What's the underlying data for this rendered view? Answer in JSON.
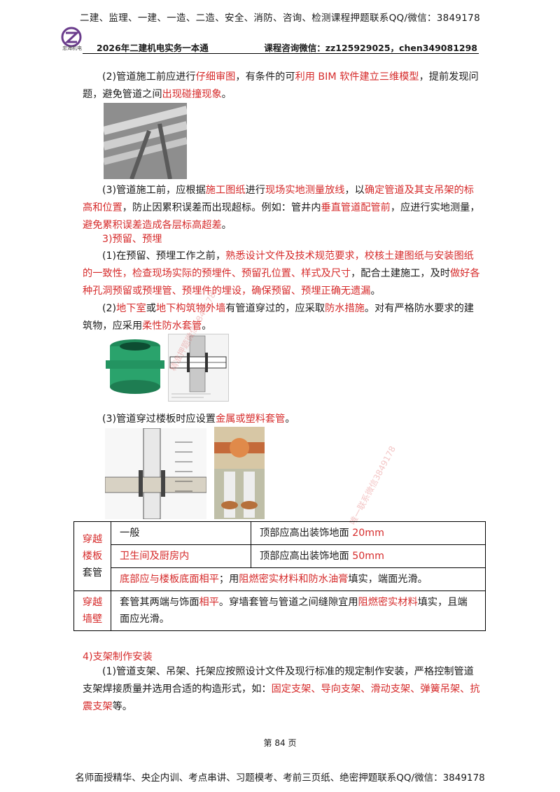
{
  "header": {
    "banner": "二建、监理、一建、一造、二造、安全、消防、咨询、检测课程押题联系QQ/微信：3849178",
    "logo_text": "忠海机电",
    "book_title": "2026年二建机电实务一本通",
    "contact": "课程咨询微信：zz125929025，chen349081298"
  },
  "p1": {
    "a": "(2)管道施工前应进行",
    "b": "仔细审图",
    "c": "，有条件的可",
    "d": "利用 BIM 软件建立三维模型",
    "e": "，提前发现问题，避免管道之间",
    "f": "出现碰撞现象",
    "g": "。"
  },
  "p2": {
    "a": "(3)管道施工前，应根据",
    "b": "施工图纸",
    "c": "进行",
    "d": "现场实地测量放线",
    "e": "，以",
    "f": "确定管道及其支吊架的标高和位置",
    "g": "，防止因累积误差而出现超标。例如：管井内",
    "h": "垂直管道配管前",
    "i": "，应进行实地测量，",
    "j": "避免累积误差造成各层标高超差",
    "k": "。"
  },
  "section3": "3)预留、预埋",
  "p3": {
    "a": "(1)在预留、预埋工作之前，",
    "b": "熟悉设计文件及技术规范要求，校核土建图纸与安装图纸的一致性，检查现场实际的预埋件、预留孔位置、样式及尺寸",
    "c": "，配合土建施工，及时",
    "d": "做好各种孔洞预留或预埋管、预埋件的埋设，确保预留、预埋正确无遗漏",
    "e": "。"
  },
  "p4": {
    "a": "(2)",
    "b": "地下室",
    "c": "或",
    "d": "地下构筑物外墙",
    "e": "有管道穿过的，应采取",
    "f": "防水措施",
    "g": "。对有严格防水要求的建筑物，应采用",
    "h": "柔性防水套管",
    "i": "。"
  },
  "p5": {
    "a": "(3)管道穿过楼板时应设置",
    "b": "金属或塑料套管",
    "c": "。"
  },
  "table": {
    "row_head_1a": "穿越",
    "row_head_1b": "楼板",
    "row_head_1c": "套管",
    "general": "一般",
    "general_req_a": "顶部应高出装饰地面 ",
    "general_req_b": "20mm",
    "wet": "卫生间及厨房内",
    "wet_req_a": "顶部应高出装饰地面 ",
    "wet_req_b": "50mm",
    "bottom_a": "底部应与楼板底面相平",
    "bottom_b": "；用",
    "bottom_c": "阻燃密实材料和防水油膏",
    "bottom_d": "填实，端面光滑。",
    "row_head_2a": "穿越",
    "row_head_2b": "墙壁",
    "wall_a": "套管其两端与饰面",
    "wall_b": "相平",
    "wall_c": "。穿墙套管与管道之间缝隙宜用",
    "wall_d": "阻燃密实材料",
    "wall_e": "填实，且端面应光滑。"
  },
  "section4": "4)支架制作安装",
  "p6": {
    "a": "(1)管道支架、吊架、托架应按照设计文件及现行标准的规定制作安装，严格控制管道支架焊接质量并选用合适的构造形式，如：",
    "b": "固定支架、导向支架、滑动支架、弹簧吊架、抗震支架",
    "c": "等。"
  },
  "watermark_1": "精准押题微信3849178",
  "watermark_2": "唯一联系微信3849178",
  "page_number": "第 84 页",
  "footer_banner": "名师面授精华、央企内训、考点串讲、习题模考、考前三页纸、绝密押题联系QQ/微信：3849178",
  "colors": {
    "highlight": "#d62b2b",
    "text": "#1a1a1a"
  }
}
